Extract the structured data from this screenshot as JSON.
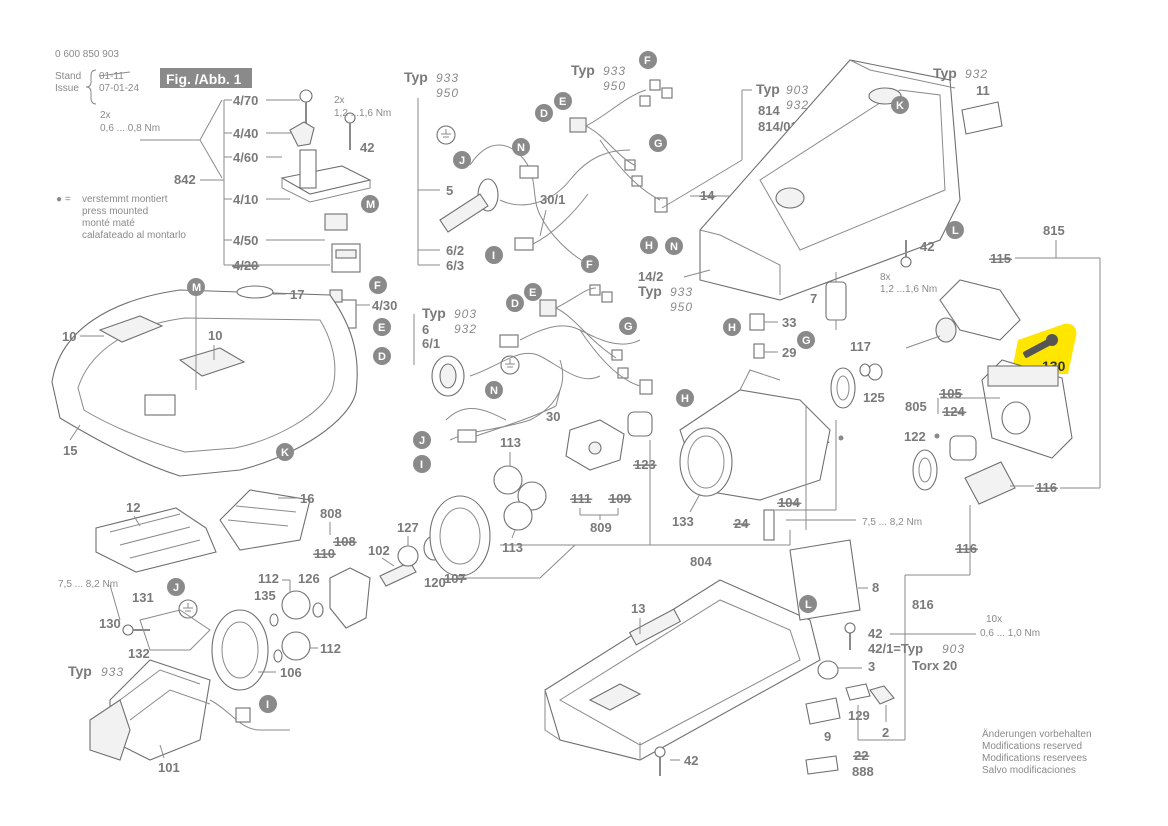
{
  "header": {
    "part_number": "0 600 850 903",
    "stand_label": "Stand",
    "stand_value": "01-11",
    "issue_label": "Issue",
    "issue_value": "07-01-24",
    "fig_label": "Fig. /Abb. 1"
  },
  "legend": {
    "symbol": "● =",
    "lines": [
      "verstemmt montiert",
      "press mounted",
      "monté maté",
      "calafateado al montarlo"
    ]
  },
  "footer": {
    "lines": [
      "Änderungen vorbehalten",
      "Modifications reserved",
      "Modifications reservees",
      "Salvo modificaciones"
    ]
  },
  "highlight": {
    "label": "130",
    "color": "#ffe600"
  },
  "colors": {
    "line": "#7a7a7a",
    "marker": "#8a8a8a",
    "highlight": "#ffe600"
  },
  "labels": {
    "l_470": "4/70",
    "l_440": "4/40",
    "l_460": "4/60",
    "l_410": "4/10",
    "l_450": "4/50",
    "l_420": "4/20",
    "l_430": "4/30",
    "l_842": "842",
    "l_2x": "2x",
    "l_tq1": "0,6 ... 0,8 Nm",
    "l_2x_b": "2x",
    "l_tq2": "1,2 ...1,6 Nm",
    "l_42a": "42",
    "l_10a": "10",
    "l_10b": "10",
    "l_15": "15",
    "l_17": "17",
    "l_typ_a": "Typ",
    "l_typ_a1": "933",
    "l_typ_a2": "950",
    "l_5": "5",
    "l_62": "6/2",
    "l_63": "6/3",
    "l_301": "30/1",
    "l_typ_b": "Typ",
    "l_typ_b1": "933",
    "l_typ_b2": "950",
    "l_typ_c": "Typ",
    "l_typ_c1": "903",
    "l_typ_c2": "932",
    "l_814": "814",
    "l_81401": "814/01",
    "l_14": "14",
    "l_142": "14/2",
    "l_typ_d": "Typ",
    "l_typ_d1": "933",
    "l_typ_d2": "950",
    "l_typ_e": "Typ",
    "l_typ_e1": "932",
    "l_11": "11",
    "l_42b": "42",
    "l_8x": "8x",
    "l_tq3": "1,2 ...1,6 Nm",
    "l_7": "7",
    "l_815": "815",
    "l_115": "115",
    "l_typ_f": "Typ",
    "l_typ_f1": "903",
    "l_typ_f2": "932",
    "l_6": "6",
    "l_61": "6/1",
    "l_30": "30",
    "l_33": "33",
    "l_29": "29",
    "l_117": "117",
    "l_125": "125",
    "l_122a": "122",
    "l_122b": "122",
    "l_805": "805",
    "l_105": "105",
    "l_124": "124",
    "l_116a": "116",
    "l_116b": "116",
    "l_113a": "113",
    "l_113b": "113",
    "l_123": "123",
    "l_111": "111",
    "l_109": "109",
    "l_809": "809",
    "l_133": "133",
    "l_104": "104",
    "l_24": "24",
    "l_tq4": "7,5 ... 8,2 Nm",
    "l_804": "804",
    "l_16": "16",
    "l_12": "12",
    "l_808": "808",
    "l_108": "108",
    "l_110": "110",
    "l_102": "102",
    "l_127": "127",
    "l_120": "120",
    "l_107": "107",
    "l_tq5": "7,5 ... 8,2 Nm",
    "l_131": "131",
    "l_130b": "130",
    "l_132": "132",
    "l_typ_g": "Typ",
    "l_typ_g1": "933",
    "l_112a": "112",
    "l_126": "126",
    "l_135": "135",
    "l_112b": "112",
    "l_106": "106",
    "l_101": "101",
    "l_13": "13",
    "l_8": "8",
    "l_816": "816",
    "l_10x": "10x",
    "l_tq6": "0,6 ... 1,0 Nm",
    "l_42c": "42",
    "l_421": "42/1=Typ",
    "l_421n": "903",
    "l_torx": "Torx 20",
    "l_3": "3",
    "l_129": "129",
    "l_2": "2",
    "l_9": "9",
    "l_22": "22",
    "l_888": "888",
    "l_42d": "42"
  },
  "markers": {
    "m_f1": "F",
    "m_e1": "E",
    "m_d1": "D",
    "m_n1": "N",
    "m_g1": "G",
    "m_j1": "J",
    "m_i1": "I",
    "m_h1": "H",
    "m_m1": "M",
    "m_e2": "E",
    "m_f2": "F",
    "m_d2": "D",
    "m_k1": "K",
    "m_n2": "N",
    "m_l1": "L",
    "m_f3": "F",
    "m_e3": "E",
    "m_d3": "D",
    "m_g2": "G",
    "m_n3": "N",
    "m_h2": "H",
    "m_j2": "J",
    "m_i2": "I",
    "m_m2": "M",
    "m_k2": "K",
    "m_h3": "H",
    "m_g3": "G",
    "m_j3": "J",
    "m_i3": "I",
    "m_l2": "L"
  }
}
